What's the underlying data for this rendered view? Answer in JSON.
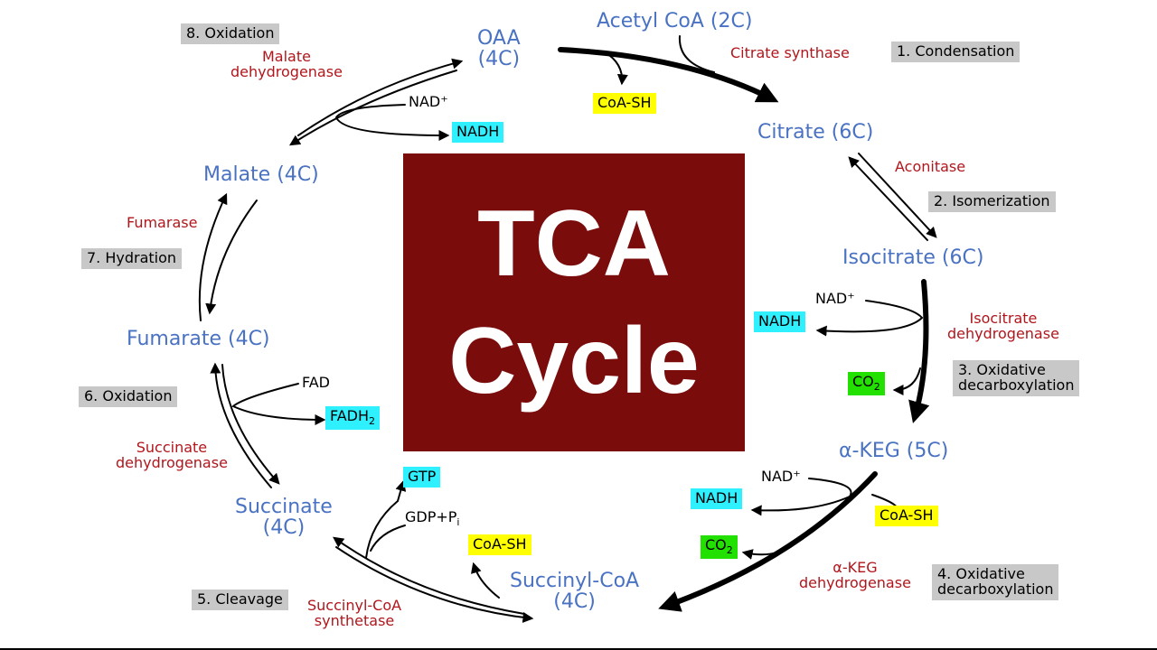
{
  "title": {
    "line1": "TCA",
    "line2": "Cycle"
  },
  "colors": {
    "metabolite": "#4a72c2",
    "enzyme": "#b0161c",
    "step_bg": "#c8c8c8",
    "title_bg": "#7a0c0c",
    "nadh_bg": "#2ef0ff",
    "co2_bg": "#22e000",
    "coa_bg": "#ffff00"
  },
  "metabolites": {
    "oaa": "OAA",
    "oaa_carbons": "(4C)",
    "acetyl_coa": "Acetyl CoA (2C)",
    "citrate": "Citrate (6C)",
    "isocitrate": "Isocitrate (6C)",
    "akeg": "α-KEG (5C)",
    "succinyl_coa": "Succinyl-CoA",
    "succinyl_coa_carbons": "(4C)",
    "succinate": "Succinate",
    "succinate_carbons": "(4C)",
    "fumarate": "Fumarate (4C)",
    "malate": "Malate (4C)"
  },
  "enzymes": {
    "citrate_synthase": "Citrate synthase",
    "aconitase": "Aconitase",
    "idh_1": "Isocitrate",
    "idh_2": "dehydrogenase",
    "akegdh_1": "α-KEG",
    "akegdh_2": "dehydrogenase",
    "scs_1": "Succinyl-CoA",
    "scs_2": "synthetase",
    "sdh_1": "Succinate",
    "sdh_2": "dehydrogenase",
    "fumarase": "Fumarase",
    "mdh_1": "Malate",
    "mdh_2": "dehydrogenase"
  },
  "steps": {
    "s1": "1. Condensation",
    "s2": "2. Isomerization",
    "s3_1": "3. Oxidative",
    "s3_2": "decarboxylation",
    "s4_1": "4. Oxidative",
    "s4_2": "decarboxylation",
    "s5": "5. Cleavage",
    "s6": "6. Oxidation",
    "s7": "7. Hydration",
    "s8": "8. Oxidation"
  },
  "cofactors": {
    "coa_sh_1": "CoA-SH",
    "nad_3": "NAD⁺",
    "nadh_3": "NADH",
    "co2_3": "CO",
    "co2_3_sub": "2",
    "nad_4": "NAD⁺",
    "nadh_4": "NADH",
    "coa_sh_4": "CoA-SH",
    "co2_4": "CO",
    "co2_4_sub": "2",
    "gtp": "GTP",
    "gdp": "GDP+P",
    "gdp_sub": "i",
    "coa_sh_5": "CoA-SH",
    "fad": "FAD",
    "fadh": "FADH",
    "fadh_sub": "2",
    "nad_8": "NAD⁺",
    "nadh_8": "NADH"
  }
}
